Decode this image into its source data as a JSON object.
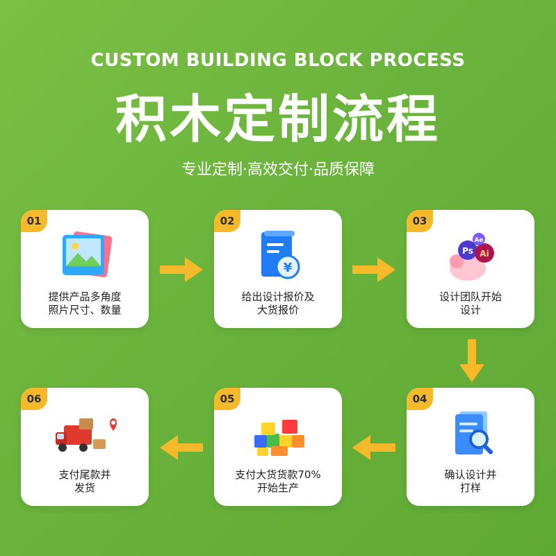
{
  "header": {
    "subtitle_en": "CUSTOM BUILDING BLOCK PROCESS",
    "title_cn": "积木定制流程",
    "tagline": "专业定制·高效交付·品质保障"
  },
  "colors": {
    "background": "#6ab33c",
    "badge": "#f5b92a",
    "arrow": "#f5b92a",
    "card": "#ffffff"
  },
  "steps": [
    {
      "number": "01",
      "line1": "提供产品多角度",
      "line2": "照片尺寸、数量",
      "icon": "photo-icon"
    },
    {
      "number": "02",
      "line1": "给出设计报价及",
      "line2": "大货报价",
      "icon": "quote-document-icon"
    },
    {
      "number": "03",
      "line1": "设计团队开始",
      "line2": "设计",
      "icon": "design-apps-icon"
    },
    {
      "number": "04",
      "line1": "确认设计并",
      "line2": "打样",
      "icon": "document-magnifier-icon"
    },
    {
      "number": "05",
      "line1": "支付大货货款70%",
      "line2": "开始生产",
      "icon": "building-blocks-icon"
    },
    {
      "number": "06",
      "line1": "支付尾款并",
      "line2": "发货",
      "icon": "delivery-truck-icon"
    }
  ],
  "icon_text": {
    "yuan": "¥",
    "ps": "Ps",
    "ai": "Ai",
    "ae": "Ae"
  }
}
